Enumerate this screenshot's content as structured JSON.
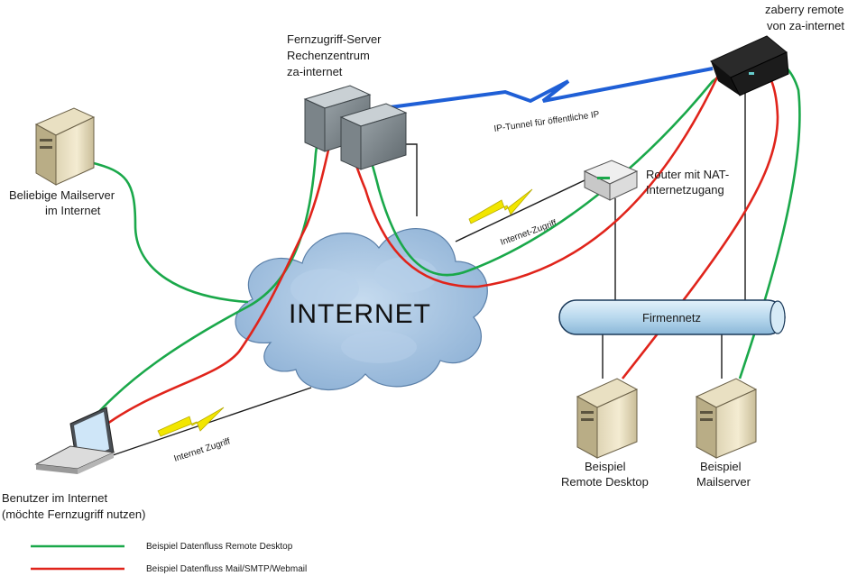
{
  "colors": {
    "green_flow": "#1aa84a",
    "red_flow": "#e0241b",
    "tunnel_blue": "#1f5fd6",
    "bolt_yellow": "#f2e600",
    "cloud_blue": "#a9c8e6",
    "pipe_blue": "#b9d9ee"
  },
  "labels": {
    "fernzugriff_server": [
      "Fernzugriff-Server",
      "Rechenzentrum",
      "za-internet"
    ],
    "zaberry": [
      "zaberry remote",
      "von za-internet"
    ],
    "mailserver_internet": [
      "Beliebige Mailserver",
      "im Internet"
    ],
    "router": [
      "Router mit NAT-",
      "Internetzugang"
    ],
    "internet": "INTERNET",
    "firmennetz": "Firmennetz",
    "ip_tunnel": "IP-Tunnel für öffentliche IP",
    "internet_zugriff_router": "Internet-Zugriff",
    "internet_zugriff_laptop": "Internet Zugriff",
    "beispiel_remote": [
      "Beispiel",
      "Remote Desktop"
    ],
    "beispiel_mail": [
      "Beispiel",
      "Mailserver"
    ],
    "benutzer": [
      "Benutzer im Internet",
      "(möchte Fernzugriff nutzen)"
    ]
  },
  "legend": [
    {
      "text": "Beispiel Datenfluss Remote Desktop",
      "color": "#1aa84a"
    },
    {
      "text": "Beispiel Datenfluss Mail/SMTP/Webmail",
      "color": "#e0241b"
    }
  ],
  "icons": [
    "server-tower-icon",
    "server-rack-icon",
    "router-icon",
    "zaberry-device-icon",
    "laptop-icon",
    "cloud-icon",
    "lightning-bolt-icon",
    "network-pipe-icon"
  ]
}
